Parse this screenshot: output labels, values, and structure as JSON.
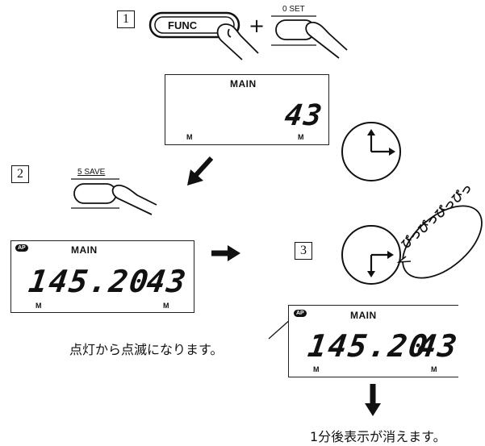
{
  "steps": {
    "step1": "1",
    "step2": "2",
    "step3": "3"
  },
  "buttons": {
    "func_label": "FUNC",
    "plus": "+",
    "zero_set_label": "0 SET",
    "save_label": "5 SAVE"
  },
  "display1": {
    "main": "MAIN",
    "value": "43",
    "m_left": "M",
    "m_right": "M"
  },
  "display2": {
    "ap": "AP",
    "main": "MAIN",
    "frequency": "145.20",
    "value": "43",
    "m_left": "M",
    "m_right": "M"
  },
  "display3": {
    "ap": "AP",
    "main": "MAIN",
    "frequency": "145.20",
    "value": "43",
    "m_left": "M",
    "m_right": "M"
  },
  "beep_text": "ぴっぴっぴっぴっ",
  "notes": {
    "blink": "点灯から点滅になります。",
    "disappear": "1分後表示が消えます。"
  },
  "icons": [
    "pressing-finger-icon",
    "clock-icon",
    "arrow-icon"
  ]
}
